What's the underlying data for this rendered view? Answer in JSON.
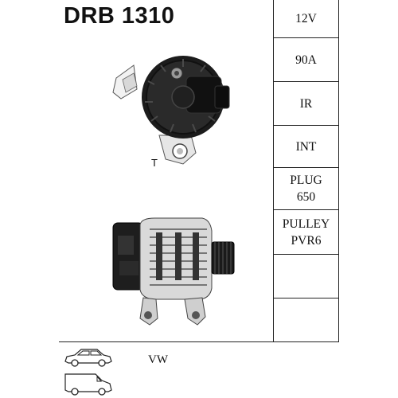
{
  "title": "DRB 1310",
  "specs": [
    {
      "lines": [
        "12V"
      ]
    },
    {
      "lines": [
        "90A"
      ]
    },
    {
      "lines": [
        "IR"
      ]
    },
    {
      "lines": [
        "INT"
      ]
    },
    {
      "lines": [
        "PLUG",
        "650"
      ]
    },
    {
      "lines": [
        "PULLEY",
        "PVR6"
      ]
    },
    {
      "lines": []
    },
    {
      "lines": []
    }
  ],
  "rear_view_label": "T",
  "vehicle": {
    "make": "VW",
    "icons": [
      "car-icon",
      "van-icon"
    ]
  }
}
